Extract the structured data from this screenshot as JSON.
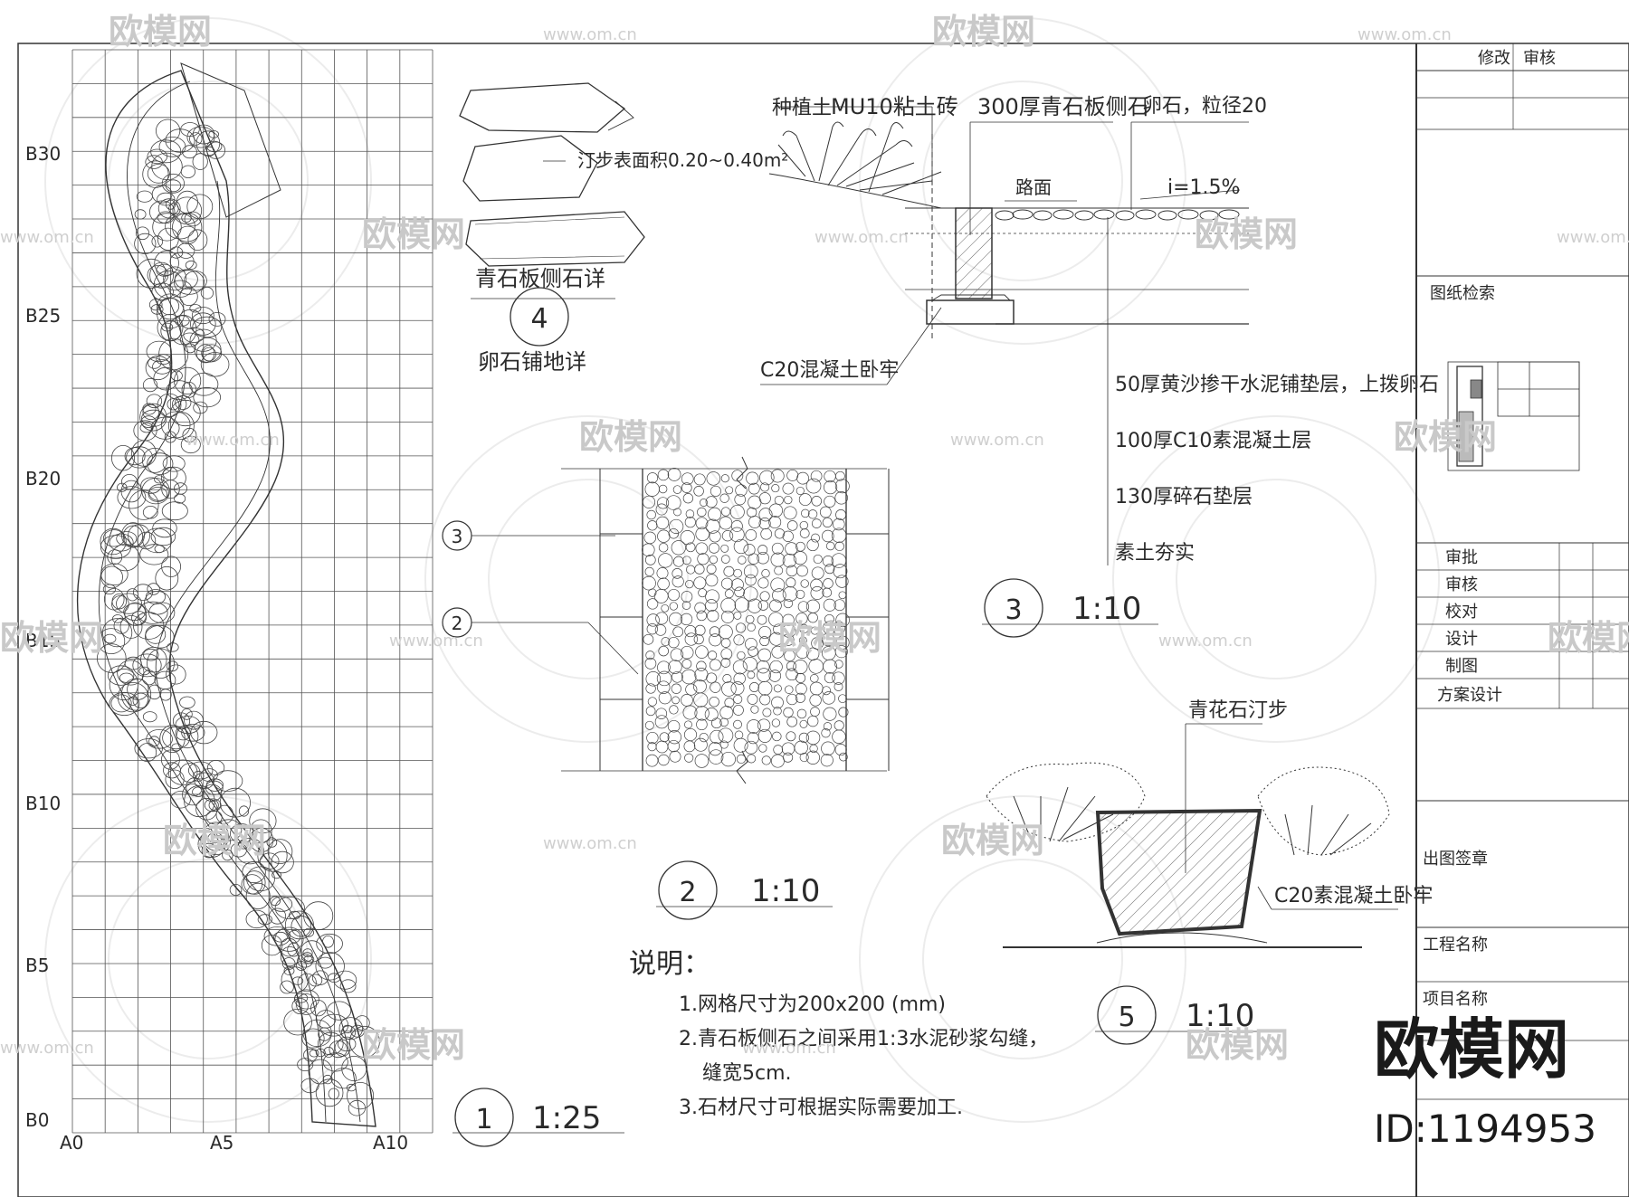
{
  "grid": {
    "row_labels": [
      "B30",
      "B25",
      "B20",
      "B15",
      "B10",
      "B5",
      "B0"
    ],
    "col_labels": [
      "A0",
      "A5",
      "A10"
    ]
  },
  "detail4": {
    "note": "汀步表面积0.20~0.40m²",
    "title1": "青石板侧石详",
    "num": "4",
    "title2": "卵石铺地详"
  },
  "detail3": {
    "label_soil": "种植土",
    "label_brick": "MU10粘土砖",
    "label_curb": "300厚青石板侧石",
    "label_pebble": "卵石，粒径20",
    "label_pave": "路面",
    "label_slope": "i=1.5%",
    "label_base": "C20混凝土卧牢",
    "layers": [
      "50厚黄沙掺干水泥铺垫层，上拨卵石",
      "100厚C10素混凝土层",
      "130厚碎石垫层",
      "素土夯实"
    ],
    "num": "3",
    "scale": "1:10"
  },
  "detail2": {
    "callouts": [
      "3",
      "2"
    ],
    "num": "2",
    "scale": "1:10"
  },
  "detail1": {
    "num": "1",
    "scale": "1:25"
  },
  "notes": {
    "title": "说明：",
    "items": [
      "1.网格尺寸为200x200 (mm)",
      "2.青石板侧石之间采用1:3水泥砂浆勾缝，",
      "缝宽5cm.",
      "3.石材尺寸可根据实际需要加工."
    ]
  },
  "detail5": {
    "label_top": "青花石汀步",
    "label_base": "C20素混凝土卧牢",
    "num": "5",
    "scale": "1:10"
  },
  "title_block": {
    "revision": "修改",
    "review": "审核",
    "index": "图纸检索",
    "sign_rows": [
      "审批",
      "审核",
      "校对",
      "设计",
      "制图",
      "方案设计"
    ],
    "stamp": "出图签章",
    "project": "工程名称",
    "item": "项目名称"
  },
  "watermark": {
    "brand": "欧模网",
    "url": "www.om.cn",
    "id": "ID:1194953"
  }
}
